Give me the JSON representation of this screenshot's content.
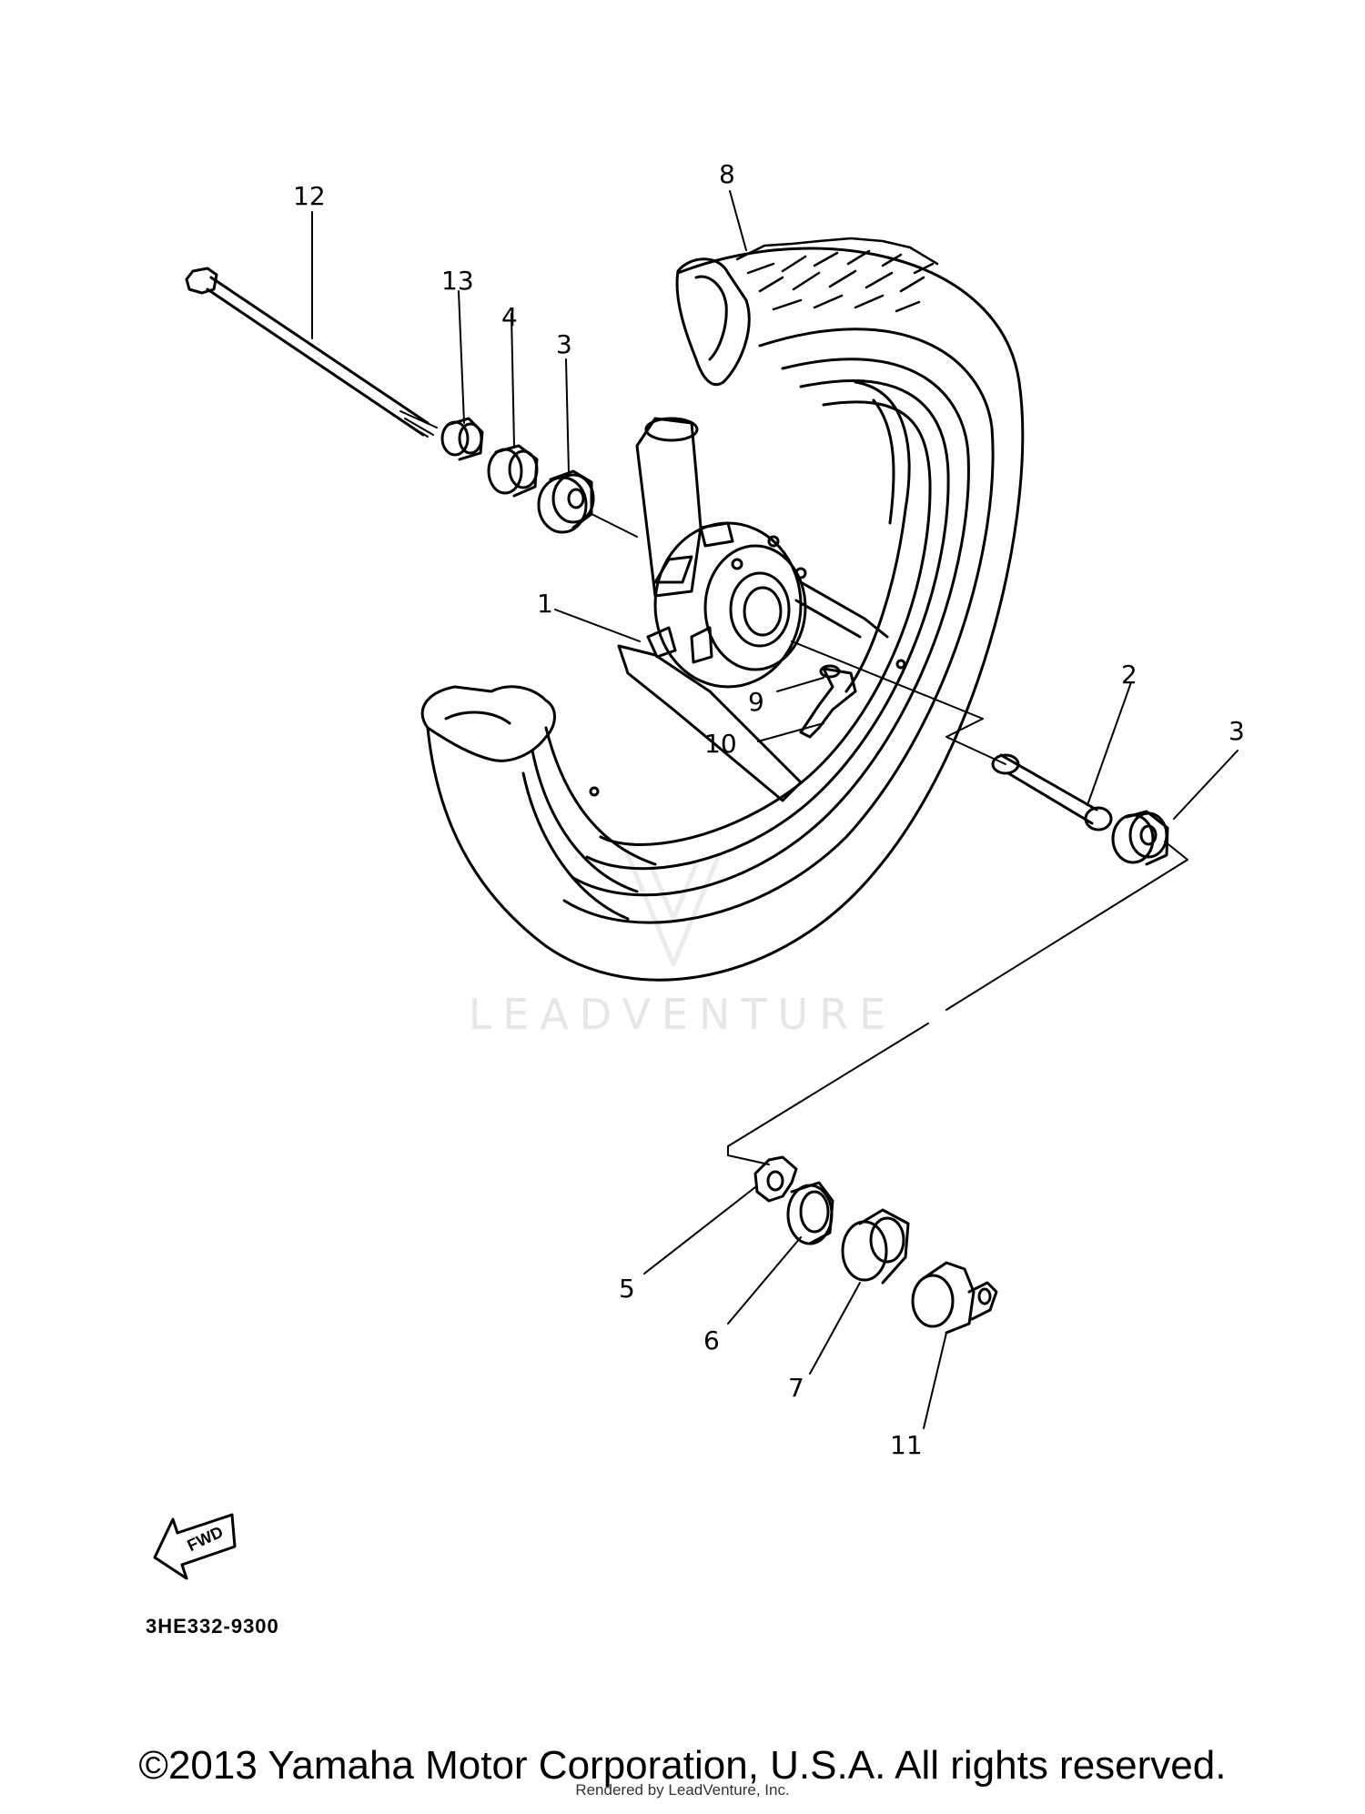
{
  "diagram": {
    "callouts": {
      "c1": "1",
      "c2": "2",
      "c3a": "3",
      "c3b": "3",
      "c4": "4",
      "c5": "5",
      "c6": "6",
      "c7": "7",
      "c8": "8",
      "c9": "9",
      "c10": "10",
      "c11": "11",
      "c12": "12",
      "c13": "13"
    },
    "fwd_label": "FWD",
    "diagram_code": "3HE332-9300",
    "watermark": "LEADVENTURE"
  },
  "footer": {
    "copyright": "©2013 Yamaha Motor Corporation, U.S.A. All rights reserved.",
    "rendered_by": "Rendered by LeadVenture, Inc."
  }
}
